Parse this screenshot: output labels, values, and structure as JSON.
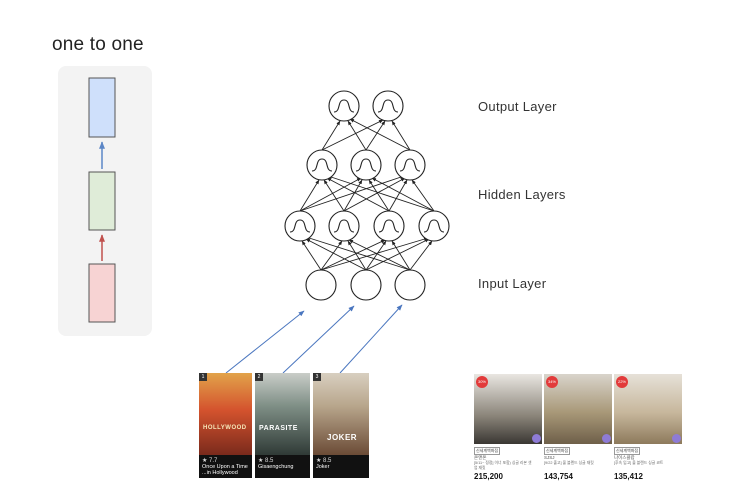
{
  "one_to_one": {
    "title": "one to one"
  },
  "layers": {
    "output": "Output Layer",
    "hidden": "Hidden Layers",
    "input": "Input Layer"
  },
  "movies": [
    {
      "corner": "1",
      "poster_text": "HOLLYWOOD",
      "rating": "★ 7.7",
      "title": "Once Upon a Time ...in Hollywood"
    },
    {
      "corner": "2",
      "poster_text": "PARASITE",
      "rating": "★ 8.5",
      "title": "Gisaengchung"
    },
    {
      "corner": "3",
      "poster_text": "JOKER",
      "rating": "★ 8.5",
      "title": "Joker"
    }
  ],
  "products": [
    {
      "badge": "30%",
      "brand": "온앤온",
      "desc": "[5/11~ 정정] 이너 포함) 싱글 리본 셋업 재킷",
      "tag": "신세계백화점",
      "price": "215,200"
    },
    {
      "badge": "34%",
      "brand": "SJSJ",
      "desc": "[9/22 출고] 울 블렌드 싱글 재킷",
      "tag": "신세계백화점",
      "price": "143,754"
    },
    {
      "badge": "22%",
      "brand": "나이스클랍",
      "desc": "[후속 입고] 울 블렌드 싱글 코트",
      "tag": "신세계백화점",
      "price": "135,412"
    }
  ],
  "colors": {
    "rnn_output": "#cfe0fb",
    "rnn_hidden": "#dfecd8",
    "rnn_input": "#f7d3d3",
    "arrow_blue": "#5b86c6",
    "arrow_red": "#c0504d",
    "link_arrow": "#4a76bf"
  }
}
